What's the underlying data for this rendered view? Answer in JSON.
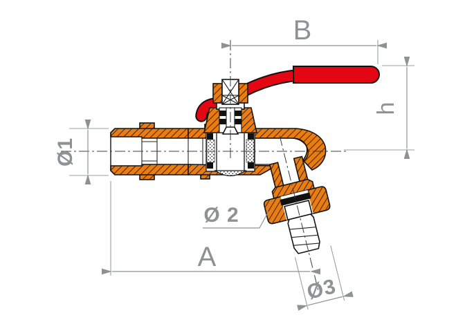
{
  "drawing": {
    "description": "Cross-section technical drawing of a ball valve bibcock tap with red lever handle and hose barb outlet",
    "labels": {
      "dim_a": "A",
      "dim_b": "B",
      "dim_h": "h",
      "dia1": "Ø1",
      "dia2": "Ø 2",
      "dia3": "Ø3"
    },
    "colors": {
      "body": "#ea7c12",
      "handle": "#e30613",
      "dimension": "#8f9194",
      "outline": "#141414"
    }
  }
}
